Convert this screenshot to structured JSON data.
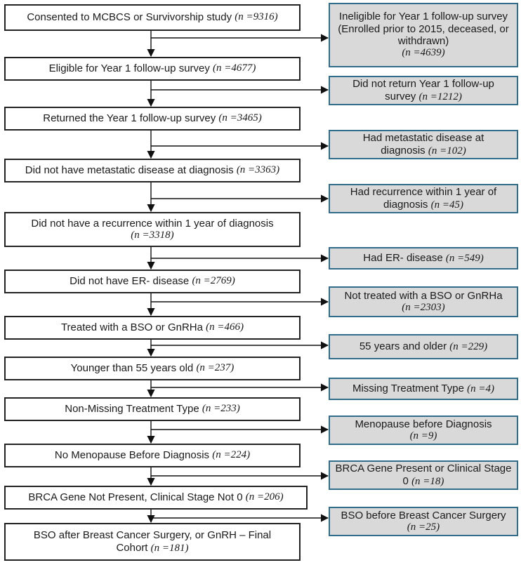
{
  "main_steps": [
    {
      "label": "Consented to MCBCS or Survivorship study",
      "n": "(n =9316)"
    },
    {
      "label": "Eligible for Year 1 follow-up survey",
      "n": "(n =4677)"
    },
    {
      "label": "Returned the Year 1 follow-up survey",
      "n": "(n =3465)"
    },
    {
      "label": "Did not have metastatic disease at diagnosis",
      "n": "(n =3363)"
    },
    {
      "label": "Did not have a recurrence within 1 year of diagnosis",
      "n": "(n =3318)"
    },
    {
      "label": "Did not have ER- disease",
      "n": "(n =2769)"
    },
    {
      "label": "Treated with a BSO or GnRHa",
      "n": "(n =466)"
    },
    {
      "label": "Younger than 55 years old",
      "n": "(n =237)"
    },
    {
      "label": "Non-Missing Treatment Type",
      "n": "(n =233)"
    },
    {
      "label": "No Menopause Before Diagnosis",
      "n": "(n =224)"
    },
    {
      "label": "BRCA Gene Not Present, Clinical Stage Not 0",
      "n": "(n =206)"
    },
    {
      "label": "BSO after Breast Cancer Surgery, or GnRH – Final Cohort",
      "n": "(n =181)"
    }
  ],
  "exclusions": [
    {
      "label": "Ineligible for Year 1 follow-up survey (Enrolled prior to 2015, deceased, or withdrawn)",
      "n": "(n =4639)"
    },
    {
      "label": "Did not return Year 1 follow-up survey",
      "n": "(n =1212)"
    },
    {
      "label": "Had metastatic disease at diagnosis",
      "n": "(n =102)"
    },
    {
      "label": "Had recurrence within 1 year of diagnosis",
      "n": "(n =45)"
    },
    {
      "label": "Had ER- disease",
      "n": "(n =549)"
    },
    {
      "label": "Not treated with a BSO or GnRHa",
      "n": "(n =2303)"
    },
    {
      "label": "55 years and older",
      "n": "(n =229)"
    },
    {
      "label": "Missing Treatment Type",
      "n": "(n =4)"
    },
    {
      "label": "Menopause before Diagnosis",
      "n": "(n =9)"
    },
    {
      "label": "BRCA Gene Present or Clinical Stage 0",
      "n": "(n =18)"
    },
    {
      "label": "BSO before Breast Cancer Surgery",
      "n": "(n =25)"
    }
  ],
  "colors": {
    "main_border": "#222222",
    "exclusion_fill": "#d9d9d9",
    "exclusion_border": "#2f6d8a",
    "line": "#111111"
  }
}
